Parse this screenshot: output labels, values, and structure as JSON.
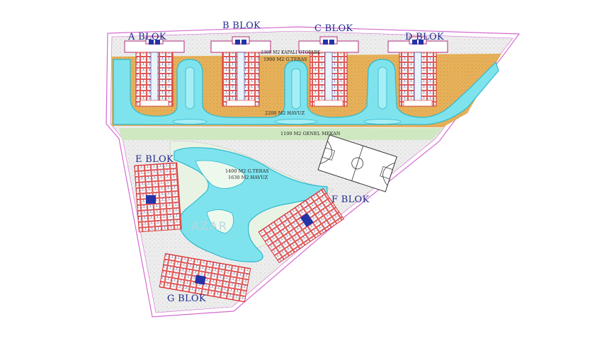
{
  "site_plan": {
    "blocks": {
      "a": "A BLOK",
      "b": "B BLOK",
      "c": "C BLOK",
      "d": "D BLOK",
      "e": "E BLOK",
      "f": "F BLOK",
      "g": "G BLOK"
    },
    "areas": {
      "parking": "2300 M2 KAPALI OTOPARK",
      "terrace_top": "1900 M2 G.TERAS",
      "pool_top": "2200 M2 HAVUZ",
      "common_space": "1100 M2 GENEL MEKAN",
      "terrace_bottom": "1400 M2 G.TERAS",
      "pool_bottom": "1630 M2 HAVUZ"
    },
    "watermark": "AZAR",
    "colors": {
      "pool": "#7fe3ee",
      "pool_edge": "#2fb8cc",
      "terrace": "#e8b45a",
      "grass": "#cfe8c2",
      "paving": "#ececec",
      "boundary": "#d36bd0",
      "building_red": "#d9302f",
      "building_blue": "#2433a8",
      "label_blue": "#1d2a8c"
    }
  }
}
